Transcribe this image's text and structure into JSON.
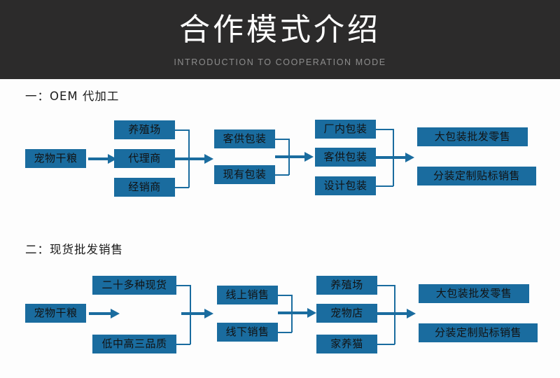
{
  "banner": {
    "title": "合作模式介绍",
    "subtitle": "INTRODUCTION TO COOPERATION MODE",
    "bg_color": "#2c2b2b",
    "title_color": "#ffffff",
    "subtitle_color": "#8d8d8d"
  },
  "theme": {
    "box_color": "#1a6c9f",
    "box_text_color": "#121212",
    "connector_color": "#1a6c9f",
    "page_bg": "#ffffff"
  },
  "sections": [
    {
      "heading": "一：OEM 代加工",
      "columns": [
        {
          "name": "source",
          "boxes": [
            "宠物干粮"
          ]
        },
        {
          "name": "channel",
          "boxes": [
            "养殖场",
            "代理商",
            "经销商"
          ]
        },
        {
          "name": "packaging-source",
          "boxes": [
            "客供包装",
            "现有包装"
          ]
        },
        {
          "name": "packaging-type",
          "boxes": [
            "厂内包装",
            "客供包装",
            "设计包装"
          ]
        },
        {
          "name": "sales-mode",
          "boxes": [
            "大包装批发零售",
            "分装定制贴标销售"
          ]
        }
      ]
    },
    {
      "heading": "二：现货批发销售",
      "columns": [
        {
          "name": "source",
          "boxes": [
            "宠物干粮"
          ]
        },
        {
          "name": "stock",
          "boxes": [
            "二十多种现货",
            "低中高三品质"
          ]
        },
        {
          "name": "sales-channel",
          "boxes": [
            "线上销售",
            "线下销售"
          ]
        },
        {
          "name": "customer",
          "boxes": [
            "养殖场",
            "宠物店",
            "家养猫"
          ]
        },
        {
          "name": "sales-mode",
          "boxes": [
            "大包装批发零售",
            "分装定制贴标销售"
          ]
        }
      ]
    }
  ]
}
